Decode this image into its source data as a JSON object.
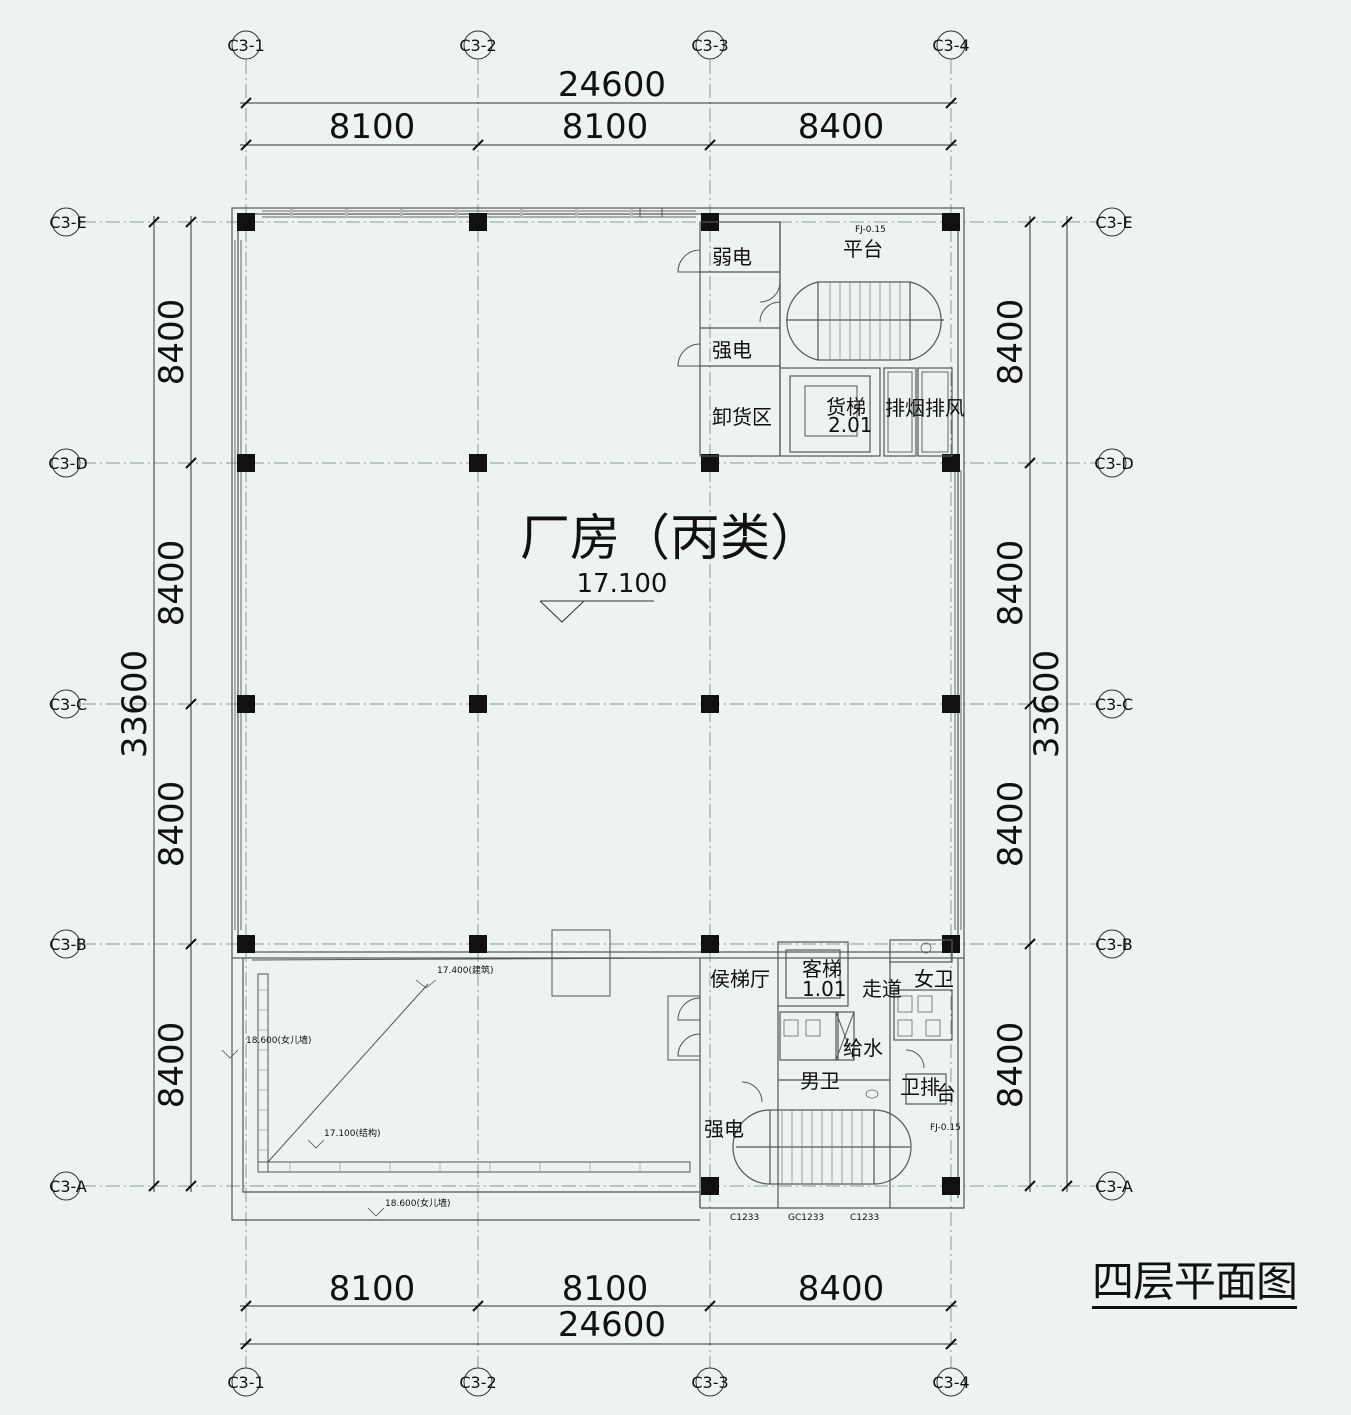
{
  "title": "四层平面图",
  "room_main": {
    "name": "厂房（丙类）",
    "elevation": "17.100"
  },
  "grid_columns": [
    "C3-1",
    "C3-2",
    "C3-3",
    "C3-4"
  ],
  "grid_rows": [
    "C3-E",
    "C3-D",
    "C3-C",
    "C3-B",
    "C3-A"
  ],
  "dims_top": {
    "total": "24600",
    "spans": [
      "8100",
      "8100",
      "8400"
    ]
  },
  "dims_bottom": {
    "total": "24600",
    "spans": [
      "8100",
      "8100",
      "8400"
    ]
  },
  "dims_side": {
    "total": "33600",
    "spans": [
      "8400",
      "8400",
      "8400",
      "8400"
    ]
  },
  "rooms": {
    "weak_elec": "弱电",
    "platform": "平台",
    "strong_elec_top": "强电",
    "unloading": "卸货区",
    "freight_lift": "货梯",
    "freight_lift_no": "2.01",
    "smoke_exhaust": "排烟排风",
    "lift_lobby": "侯梯厅",
    "passenger_lift": "客梯",
    "passenger_lift_no": "1.01",
    "corridor": "走道",
    "womens_wc": "女卫",
    "water_supply": "给水",
    "mens_wc": "男卫",
    "toilet_exhaust": "卫排",
    "balcony": "台",
    "strong_elec_bottom": "强电"
  },
  "small_notes": {
    "roof_elev": "17.400(建筑)",
    "parapet_elev_1": "18.600(女儿墙)",
    "parapet_elev_2": "18.600(女儿墙)",
    "slab_elev": "17.100(结构)",
    "window_1": "C1233",
    "window_2": "GC1233",
    "window_3": "C1233",
    "fj_top": "FJ-0.15",
    "fj_bottom": "FJ-0.15"
  }
}
